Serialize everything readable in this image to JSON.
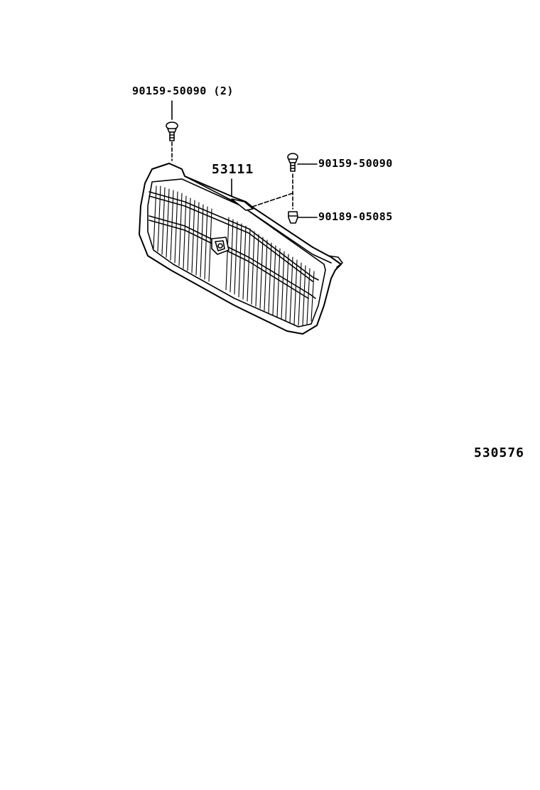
{
  "diagram": {
    "type": "parts-exploded-view",
    "illustration_id": "530576",
    "parts": [
      {
        "part_number": "90159-50090",
        "quantity_note": "(2)",
        "label": "90159-50090 (2)",
        "description": "bolt (top-left)"
      },
      {
        "part_number": "53111",
        "label": "53111",
        "description": "radiator grille"
      },
      {
        "part_number": "90159-50090",
        "label": "90159-50090",
        "description": "bolt (right)"
      },
      {
        "part_number": "90189-05085",
        "label": "90189-05085",
        "description": "nut / clip (right)"
      }
    ]
  },
  "colors": {
    "line": "#000000",
    "background": "#ffffff"
  }
}
